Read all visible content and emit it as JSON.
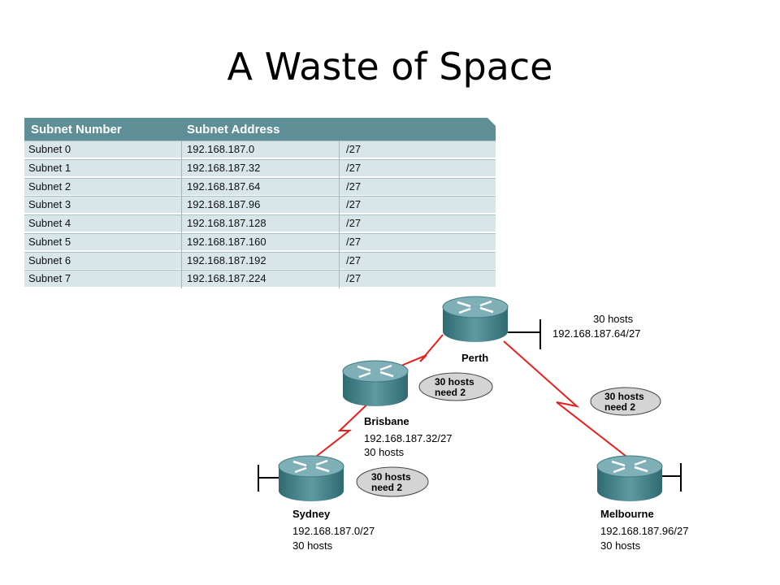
{
  "title": "A Waste of Space",
  "table": {
    "headers": [
      "Subnet Number",
      "Subnet Address"
    ],
    "rows": [
      {
        "number": "Subnet 0",
        "address": "192.168.187.0",
        "mask": "/27"
      },
      {
        "number": "Subnet 1",
        "address": "192.168.187.32",
        "mask": "/27"
      },
      {
        "number": "Subnet  2",
        "address": "192.168.187.64",
        "mask": "/27"
      },
      {
        "number": "Subnet  3",
        "address": "192.168.187.96",
        "mask": "/27"
      },
      {
        "number": "Subnet  4",
        "address": "192.168.187.128",
        "mask": "/27"
      },
      {
        "number": "Subnet  5",
        "address": "192.168.187.160",
        "mask": "/27"
      },
      {
        "number": "Subnet  6",
        "address": "192.168.187.192",
        "mask": "/27"
      },
      {
        "number": "Subnet  7",
        "address": "192.168.187.224",
        "mask": "/27"
      }
    ]
  },
  "routers": {
    "perth": {
      "name": "Perth",
      "hosts": "30 hosts",
      "network": "192.168.187.64/27"
    },
    "brisbane": {
      "name": "Brisbane",
      "network": "192.168.187.32/27",
      "hosts": "30 hosts"
    },
    "sydney": {
      "name": "Sydney",
      "network": "192.168.187.0/27",
      "hosts": "30 hosts"
    },
    "melbourne": {
      "name": "Melbourne",
      "network": "192.168.187.96/27",
      "hosts": "30 hosts"
    }
  },
  "notes": {
    "brisbane_perth": [
      "30 hosts",
      "need 2"
    ],
    "perth_melbourne": [
      "30 hosts",
      "need 2"
    ],
    "sydney_brisbane": [
      "30 hosts",
      "need 2"
    ]
  },
  "colors": {
    "header": "#5e8f96",
    "row": "#d8e5e9",
    "link": "#e8201a",
    "router": "#4f8790"
  }
}
